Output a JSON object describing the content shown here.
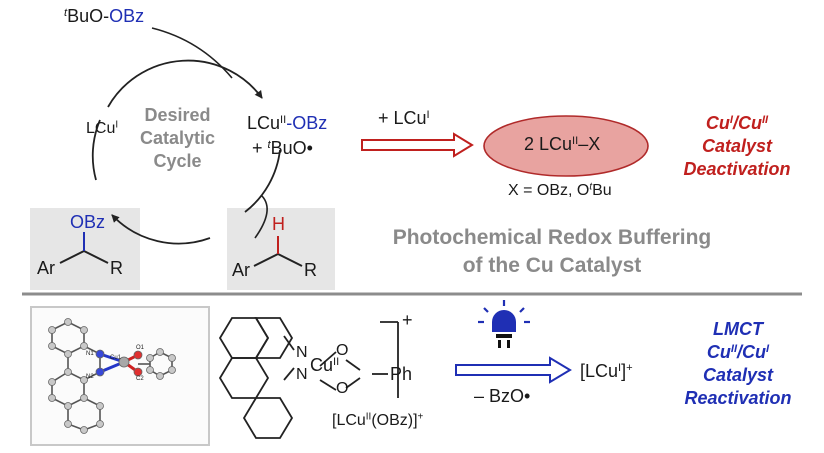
{
  "top": {
    "reagent": {
      "prefix": "t",
      "main": "BuO-",
      "suffix": "OBz"
    },
    "cu1_label": {
      "main": "LCu",
      "sup": "I"
    },
    "cycle_label": [
      "Desired",
      "Catalytic",
      "Cycle"
    ],
    "cu2_label": {
      "main": "LCu",
      "sup": "II",
      "suffix": "-OBz"
    },
    "radical_label": {
      "prefix": "+ ",
      "sup": "t",
      "main": "BuO•"
    },
    "arrow_label": {
      "main": "+ LCu",
      "sup": "I"
    },
    "ellipse_label": {
      "main": "2 LCu",
      "sup": "II",
      "suffix": "–X"
    },
    "x_def": {
      "main": "X = OBz, O",
      "sup": "t",
      "suffix": "Bu"
    },
    "deactivation": {
      "a": "Cu",
      "a_sup": "I",
      "b": "/Cu",
      "b_sup": "II",
      "line2": "Catalyst",
      "line3": "Deactivation"
    },
    "product": {
      "group": "OBz",
      "left": "Ar",
      "right": "R"
    },
    "substrate": {
      "atom": "H",
      "left": "Ar",
      "right": "R"
    },
    "headline": [
      "Photochemical Redox Buffering",
      "of the Cu Catalyst"
    ]
  },
  "bottom": {
    "crystal_labels": [
      "N1",
      "Cu1",
      "N2",
      "O1",
      "C2"
    ],
    "complex": {
      "n": "N",
      "cu": "Cu",
      "cu_sup": "II",
      "o": "O",
      "ph": "Ph",
      "charge": "+"
    },
    "complex_label": {
      "main": "[LCu",
      "sup": "II",
      "mid": "(OBz)]",
      "end_sup": "+"
    },
    "minus_label": "– BzO•",
    "product_label": {
      "main": "[LCu",
      "sup": "I",
      "end": "]",
      "end_sup": "+"
    },
    "reactivation": {
      "line1": "LMCT",
      "a": "Cu",
      "a_sup": "II",
      "b": "/Cu",
      "b_sup": "I",
      "line3": "Catalyst",
      "line4": "Reactivation"
    }
  },
  "colors": {
    "blue": "#1f2fb4",
    "red": "#c0201e",
    "ellipse": "#e8a3a0",
    "panel": "#e6e6e6",
    "divider": "#8c8c8c"
  },
  "icons": [
    "light-bulb-icon",
    "hollow-arrow-icon"
  ]
}
